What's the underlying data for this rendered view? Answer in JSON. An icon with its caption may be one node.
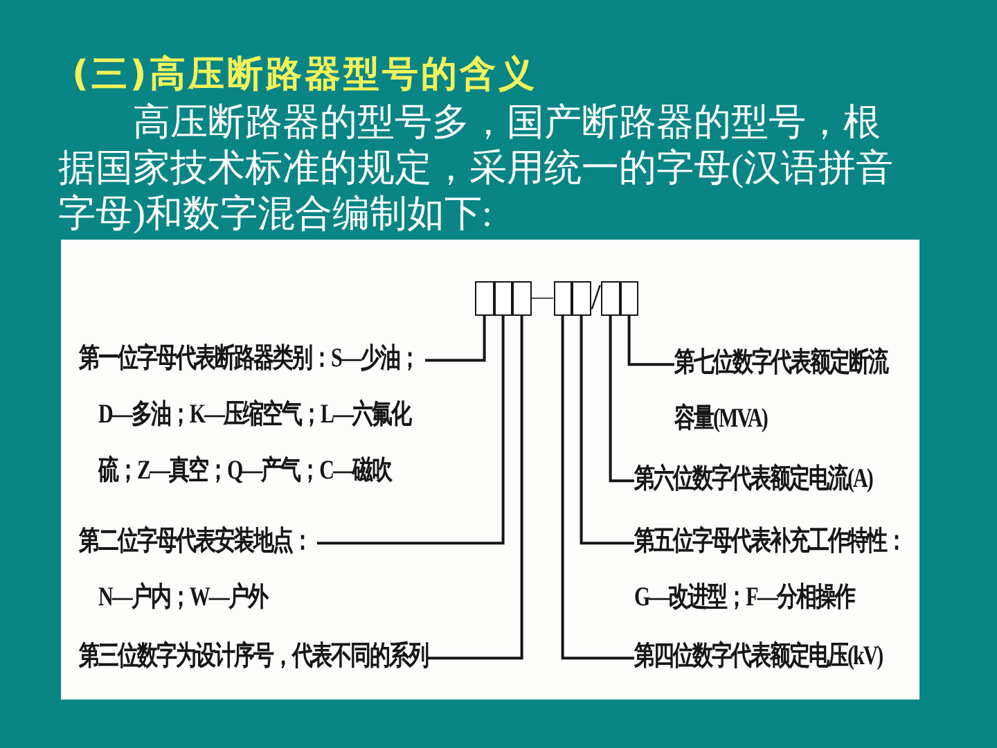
{
  "diagram": {
    "title": "(三)高压断路器型号的含义",
    "nodes": [
      {
        "text": [],
        "shape": "box"
      },
      {
        "text": [],
        "shape": "box"
      },
      {
        "text": [],
        "shape": "box"
      },
      {
        "text": [],
        "shape": "box"
      },
      {
        "text": [],
        "shape": "box"
      },
      {
        "text": [],
        "shape": "box"
      },
      {
        "text": [],
        "shape": "box"
      },
      {
        "text": [
          "第一位字母代表断路器类别：S—少油；D—多油；K—压缩空气；L—六氟化硫；Z—真空；Q—产气；C—磁吹"
        ]
      },
      {
        "text": [
          "第二位字母代表安装地点：N—户内；W—户外"
        ]
      },
      {
        "text": [
          "第三位数字为设计序号，代表不同的系列"
        ]
      },
      {
        "text": [
          "第七位数字代表额定断流容量(MVA)"
        ]
      },
      {
        "text": [
          "第六位数字代表额定电流(A)"
        ]
      },
      {
        "text": [
          "第五位字母代表补充工作特性：G—改进型；F—分相操作"
        ]
      },
      {
        "text": [
          "第四位数字代表额定电压(kV)"
        ]
      }
    ],
    "edges": [
      {
        "from": 7,
        "to": 0,
        "arrow": "none"
      },
      {
        "from": 8,
        "to": 1,
        "arrow": "none"
      },
      {
        "from": 9,
        "to": 2,
        "arrow": "none"
      },
      {
        "from": 13,
        "to": 3,
        "arrow": "none"
      },
      {
        "from": 12,
        "to": 4,
        "arrow": "none"
      },
      {
        "from": 11,
        "to": 5,
        "arrow": "none"
      },
      {
        "from": 10,
        "to": 6,
        "arrow": "none"
      }
    ],
    "labels": [
      "高压断路器的型号多，国产断路器的型号，根据国家技术标准的规定，采用统一的字母(汉语拼音字母)和数字混合编制如下:",
      "—",
      "/"
    ]
  }
}
